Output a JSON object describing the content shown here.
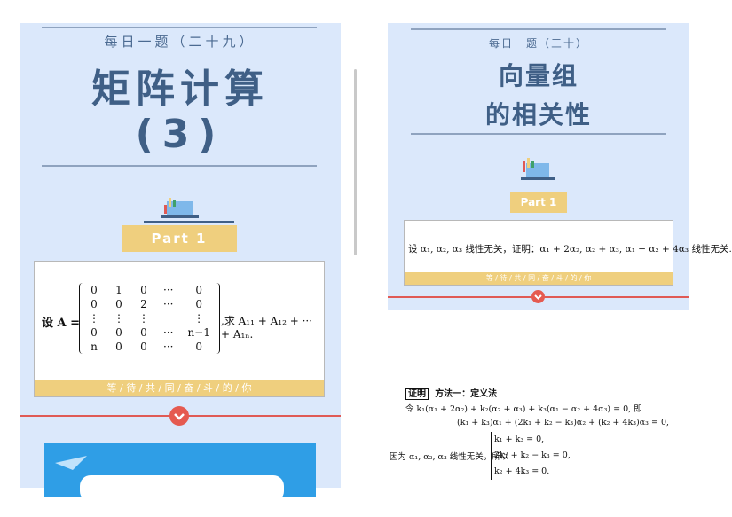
{
  "left": {
    "kicker": "每日一题（二十九）",
    "title_line1": "矩阵计算",
    "title_line2": "(3)",
    "part_label": "Part 1",
    "problem": {
      "prefix": "设 A =",
      "matrix_rows": [
        [
          "0",
          "1",
          "0",
          "···",
          "0"
        ],
        [
          "0",
          "0",
          "2",
          "···",
          "0"
        ],
        [
          "⋮",
          "⋮",
          "⋮",
          "",
          "⋮"
        ],
        [
          "0",
          "0",
          "0",
          "···",
          "n−1"
        ],
        [
          "n",
          "0",
          "0",
          "···",
          "0"
        ]
      ],
      "suffix": ",求 A₁₁ + A₁₂ + ··· + A₁ₙ."
    },
    "band_text": "等 / 待 / 共 / 同 / 奋 / 斗 / 的 / 你"
  },
  "right_top": {
    "kicker": "每日一题（三十）",
    "title_line1": "向量组",
    "title_line2": "的相关性",
    "part_label": "Part 1",
    "problem_text": "设 α₁, α₂, α₃ 线性无关，证明：α₁ + 2α₂, α₂ + α₃, α₁ − α₂ + 4α₃ 线性无关.",
    "band_text": "等 / 待 / 共 / 同 / 奋 / 斗 / 的 / 你"
  },
  "right_bottom": {
    "proof_tag": "证明",
    "method": "方法一：定义法",
    "line1": "令 k₁(α₁ + 2α₂) + k₂(α₂ + α₃) + k₃(α₁ − α₂ + 4α₃) = 0, 即",
    "line2": "(k₁ + k₃)α₁ + (2k₁ + k₂ − k₃)α₂ + (k₂ + 4k₃)α₃ = 0,",
    "line3_prefix": "因为 α₁, α₂, α₃ 线性无关，所以",
    "system": [
      "k₁ + k₃ = 0,",
      "2k₁ + k₂ − k₃ = 0,",
      "k₂ + 4k₃ = 0."
    ]
  },
  "icons": {
    "chevron": "chevron-down-icon",
    "illustration": "laptop-chart-icon"
  },
  "colors": {
    "panel_bg": "#dbe8fb",
    "title": "#3f5f86",
    "accent_yellow": "#efcf7e",
    "divider_red": "#e05a55"
  }
}
